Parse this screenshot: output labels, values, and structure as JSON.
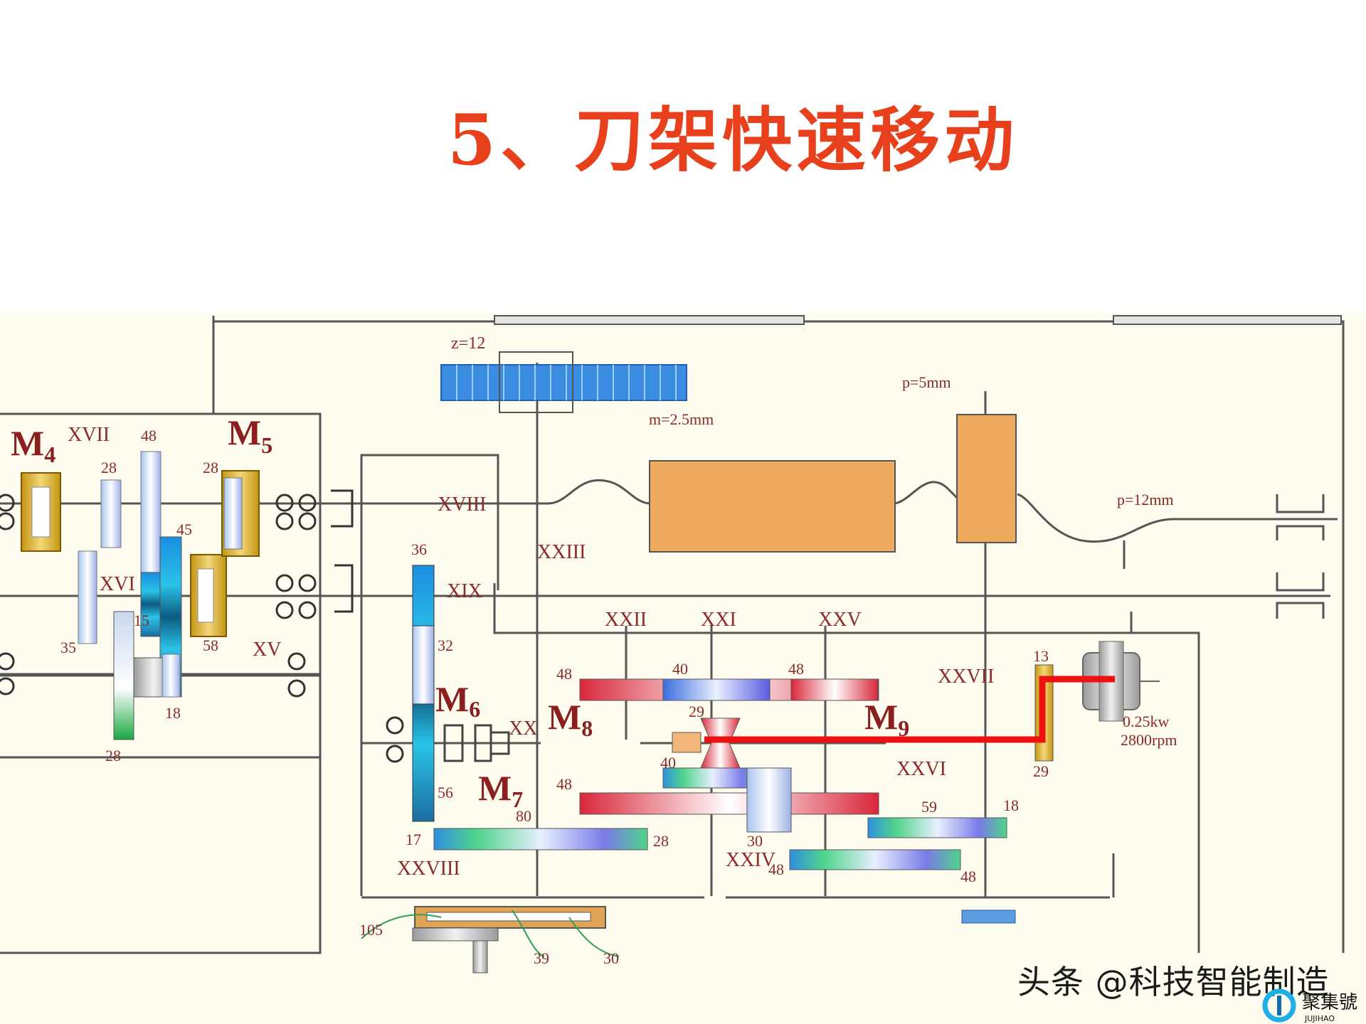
{
  "title": "5、刀架快速移动",
  "watermark": "头条 @科技智能制造",
  "logo": {
    "text": "聚集號",
    "subtext": "JUJIHAO"
  },
  "diagram": {
    "clutches": [
      "M",
      "M",
      "M",
      "M",
      "M",
      "M"
    ],
    "clutch_subscripts": [
      "4",
      "5",
      "6",
      "7",
      "8",
      "9"
    ],
    "shafts": [
      "XVII",
      "XVIII",
      "XIX",
      "XVI",
      "XV",
      "XXIII",
      "XXII",
      "XXI",
      "XXV",
      "XX",
      "XXVII",
      "XXVI",
      "XXIV",
      "XXVIII"
    ],
    "gear_teeth": [
      "28",
      "48",
      "28",
      "45",
      "15",
      "35",
      "58",
      "18",
      "28",
      "36",
      "32",
      "56",
      "48",
      "40",
      "48",
      "48",
      "40",
      "29",
      "30",
      "59",
      "18",
      "28",
      "17",
      "80",
      "48",
      "48",
      "13",
      "29",
      "105",
      "39",
      "30"
    ],
    "rack_label": "z=12",
    "rack_module": "m=2.5mm",
    "lead_screw_pitch": "p=5mm",
    "feed_screw_pitch": "p=12mm",
    "motor_power": "0.25kw",
    "motor_speed": "2800rpm"
  },
  "colors": {
    "title": "#e8401c",
    "highlight": "#ee1111",
    "block": "#eeab5e",
    "rack": "#3a8de0"
  }
}
